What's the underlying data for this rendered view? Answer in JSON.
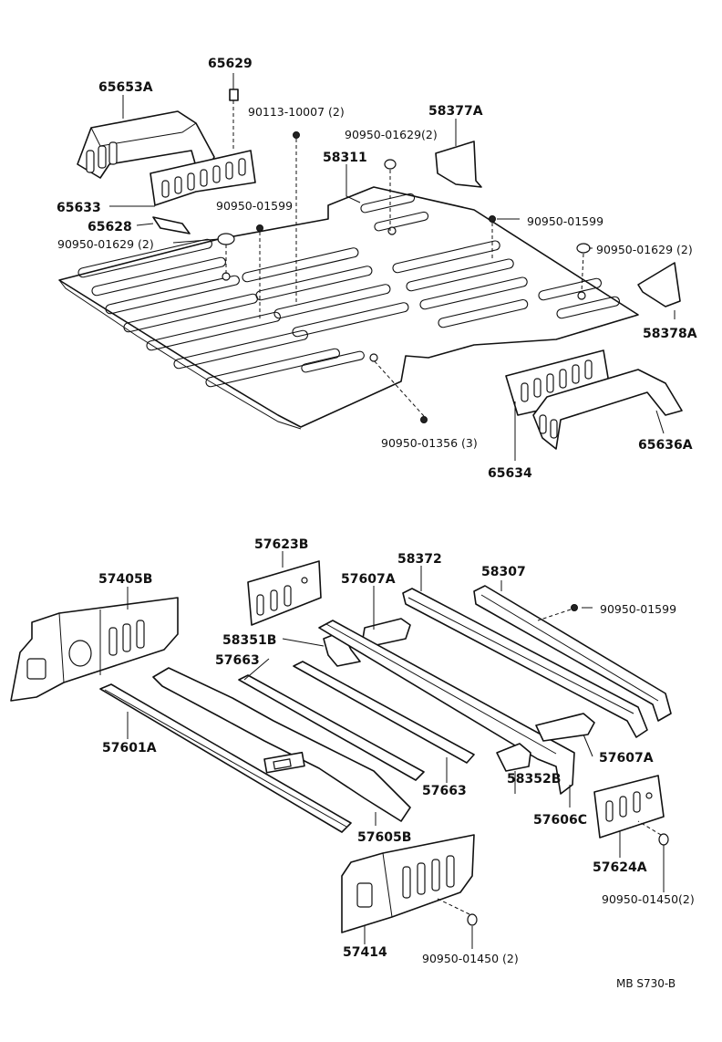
{
  "labels": {
    "p65629": "65629",
    "p65653A": "65653A",
    "p90113_10007": "90113-10007 (2)",
    "p58377A": "58377A",
    "p90950_01629_2a": "90950-01629(2)",
    "p58311": "58311",
    "p65633": "65633",
    "p90950_01599a": "90950-01599",
    "p90950_01599b": "90950-01599",
    "p65628": "65628",
    "p90950_01629_2b": "90950-01629 (2)",
    "p90950_01629_2c": "90950-01629 (2)",
    "p58378A": "58378A",
    "p90950_01356": "90950-01356 (3)",
    "p65636A": "65636A",
    "p65634": "65634",
    "p57623B": "57623B",
    "p58372": "58372",
    "p58307": "58307",
    "p57607A_top": "57607A",
    "p57405B": "57405B",
    "p90950_01599c": "90950-01599",
    "p58351B": "58351B",
    "p57663_top": "57663",
    "p57601A": "57601A",
    "p57607A_right": "57607A",
    "p57663_bottom": "57663",
    "p58352B": "58352B",
    "p57606C": "57606C",
    "p57605B": "57605B",
    "p57624A": "57624A",
    "p90950_01450_2a": "90950-01450(2)",
    "p57414": "57414",
    "p90950_01450_2b": "90950-01450 (2)"
  },
  "drawing_code": "MB S730-B"
}
